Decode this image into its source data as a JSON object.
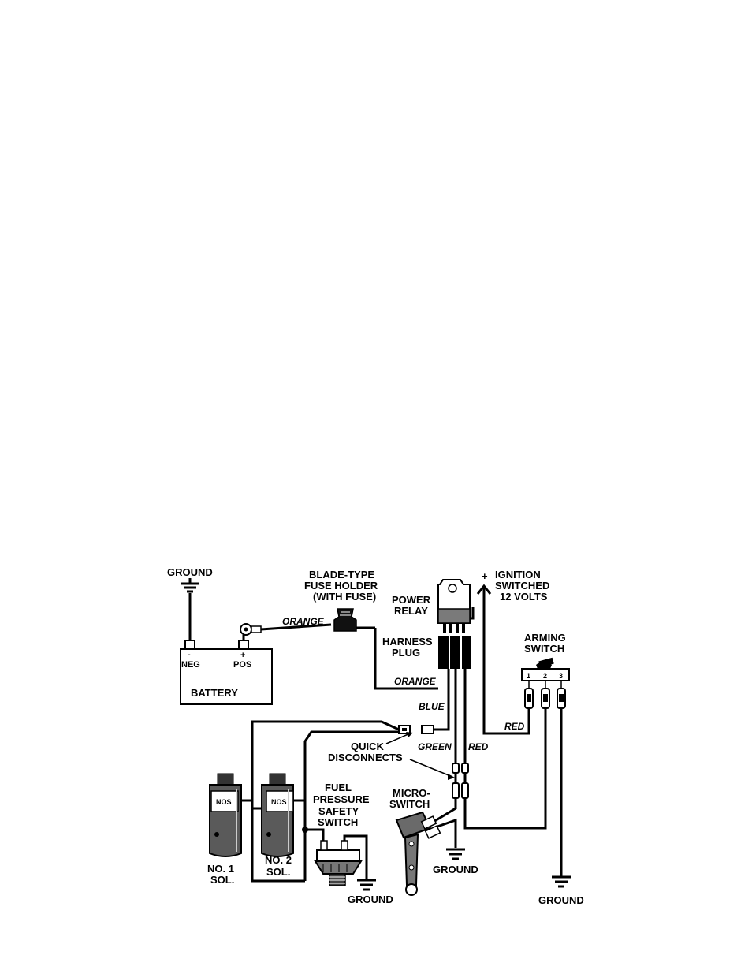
{
  "labels": {
    "ground_top": "GROUND",
    "fuse_holder": [
      "BLADE-TYPE",
      "FUSE HOLDER",
      "(WITH FUSE)"
    ],
    "power_relay": [
      "POWER",
      "RELAY"
    ],
    "ignition": [
      "IGNITION",
      "SWITCHED",
      "12 VOLTS"
    ],
    "plus_sign": "+",
    "harness_plug": [
      "HARNESS",
      "PLUG"
    ],
    "arming_switch": [
      "ARMING",
      "SWITCH"
    ],
    "battery": "BATTERY",
    "neg_sign": "-",
    "neg": "NEG",
    "pos_sign": "+",
    "pos": "POS",
    "quick_disconnects": [
      "QUICK",
      "DISCONNECTS"
    ],
    "fuel_pressure": [
      "FUEL",
      "PRESSURE",
      "SAFETY",
      "SWITCH"
    ],
    "micro_switch": [
      "MICRO-",
      "SWITCH"
    ],
    "sol1": [
      "NO. 1",
      "SOL."
    ],
    "sol2": [
      "NO. 2",
      "SOL."
    ],
    "ground_fuel": "GROUND",
    "ground_micro": "GROUND",
    "ground_arming": "GROUND",
    "switch_terminals": [
      "1",
      "2",
      "3"
    ],
    "nos_badge": "NOS"
  },
  "wires": {
    "orange_1": "ORANGE",
    "orange_2": "ORANGE",
    "blue": "BLUE",
    "green": "GREEN",
    "red_1": "RED",
    "red_2": "RED"
  }
}
